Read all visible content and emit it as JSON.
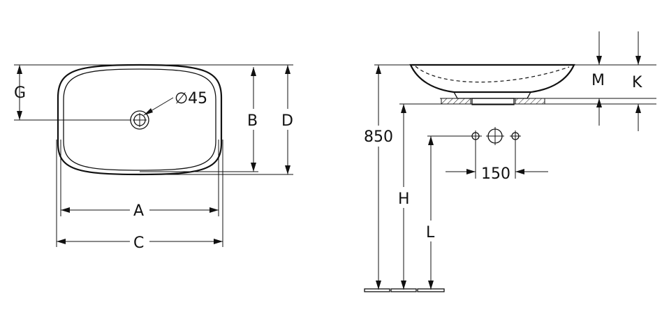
{
  "top_view": {
    "labels": {
      "g": "G",
      "b": "B",
      "d": "D",
      "a": "A",
      "c": "C",
      "hole": "∅45"
    }
  },
  "side_view": {
    "labels": {
      "m": "M",
      "k": "K",
      "height_850": "850",
      "h": "H",
      "l": "L",
      "spacing_150": "150"
    }
  }
}
